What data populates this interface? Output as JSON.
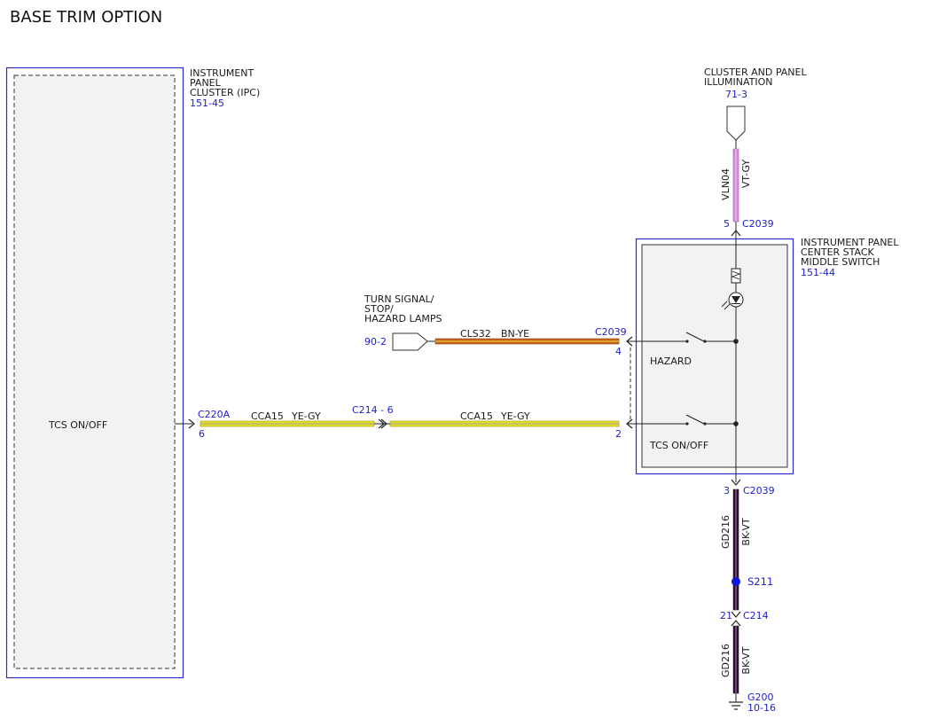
{
  "title": "BASE TRIM OPTION",
  "colors": {
    "component_border": "#2b2bd0",
    "ref_text": "#1d1dcc",
    "wire_vt_gy": "#d38ad8",
    "wire_bn_ye": "#c8621c",
    "wire_ye_gy": "#e8e026",
    "wire_bk_vt": "#2a1030",
    "splice": "#0a18e0"
  },
  "components": {
    "ipc": {
      "name_lines": [
        "INSTRUMENT",
        "PANEL",
        "CLUSTER (IPC)"
      ],
      "ref": "151-45",
      "label": "TCS ON/OFF"
    },
    "switch": {
      "name_lines": [
        "INSTRUMENT PANEL",
        "CENTER STACK",
        "MIDDLE SWITCH"
      ],
      "ref": "151-44",
      "hazard_label": "HAZARD",
      "tcs_label": "TCS ON/OFF"
    },
    "illumination": {
      "name_lines": [
        "CLUSTER AND PANEL",
        "ILLUMINATION"
      ],
      "ref": "71-3"
    },
    "turn_signal": {
      "name_lines": [
        "TURN SIGNAL/",
        "STOP/",
        "HAZARD LAMPS"
      ],
      "ref": "90-2"
    },
    "ground": {
      "name": "G200",
      "ref": "10-16"
    }
  },
  "wires": {
    "illum": {
      "circuit": "VLN04",
      "color": "VT-GY"
    },
    "hazard": {
      "circuit": "CLS32",
      "color": "BN-YE"
    },
    "tcs_left": {
      "circuit": "CCA15",
      "color": "YE-GY"
    },
    "tcs_right": {
      "circuit": "CCA15",
      "color": "YE-GY"
    },
    "ground_upper": {
      "circuit": "GD216",
      "color": "BK-VT"
    },
    "ground_lower": {
      "circuit": "GD216",
      "color": "BK-VT"
    }
  },
  "connectors": {
    "c2039_top": {
      "name": "C2039",
      "pin": "5"
    },
    "c2039_hazard": {
      "name": "C2039",
      "pin": "4"
    },
    "c2039_tcs": {
      "pin": "2"
    },
    "c2039_bottom": {
      "name": "C2039",
      "pin": "3"
    },
    "c220a": {
      "name": "C220A",
      "pin": "6"
    },
    "c214_inline": {
      "name": "C214 - 6"
    },
    "c214_ground": {
      "name": "C214",
      "pin": "21"
    }
  },
  "splice": {
    "name": "S211"
  }
}
